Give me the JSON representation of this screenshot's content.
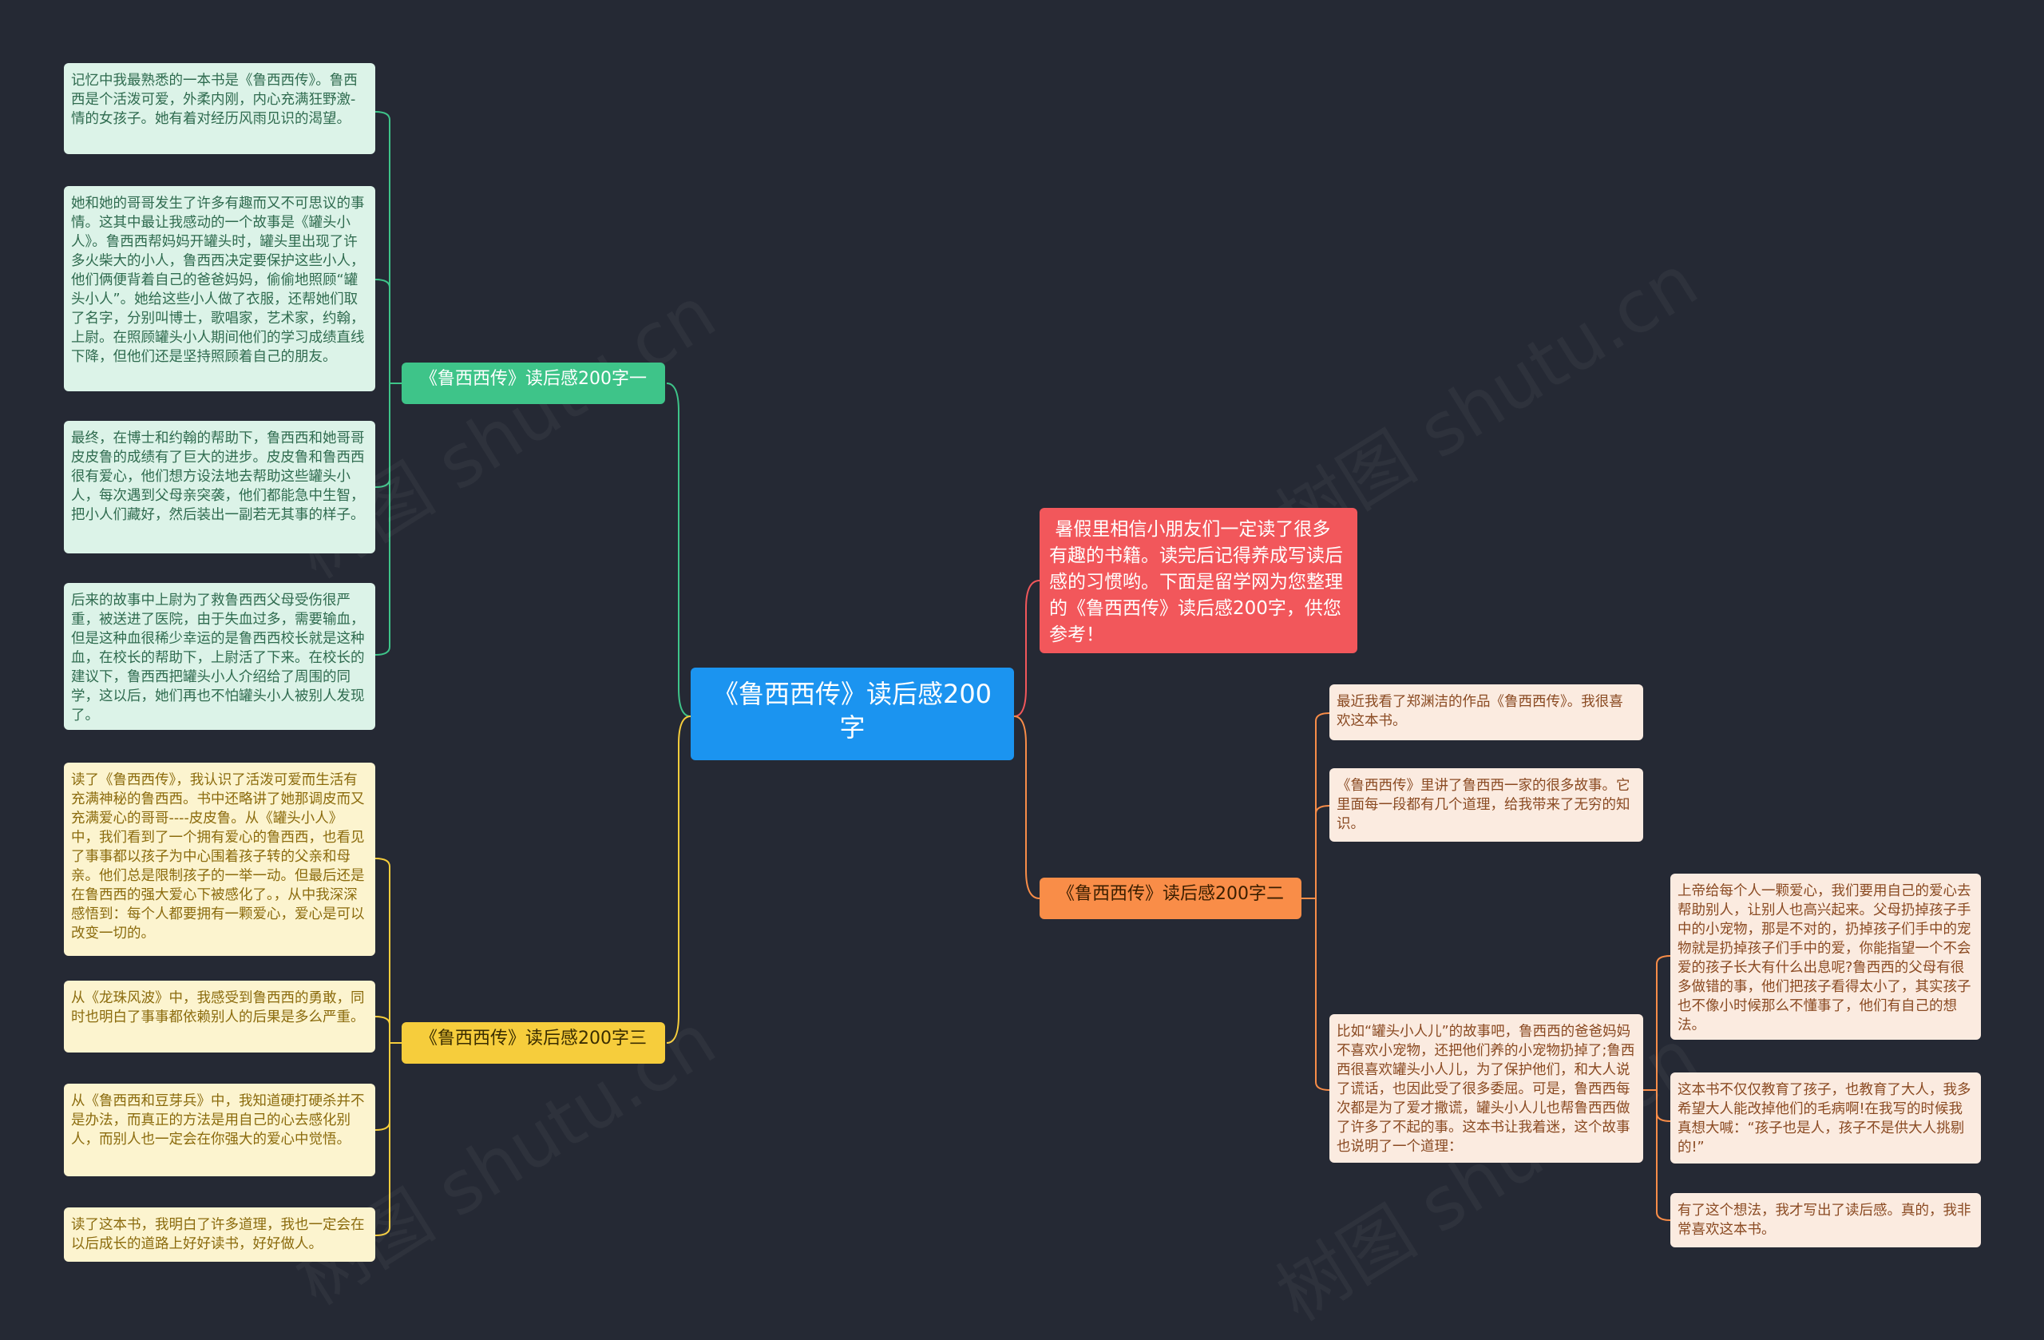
{
  "root": {
    "label": "《鲁西西传》读后感200\n字"
  },
  "intro": {
    "text": " 暑假里相信小朋友们一定读了很多有趣的书籍。读完后记得养成写读后感的习惯哟。下面是留学网为您整理的《鲁西西传》读后感200字，供您参考！"
  },
  "branches": [
    {
      "label": "《鲁西西传》读后感200字一",
      "color": "#3ec489",
      "leaves": [
        "记忆中我最熟悉的一本书是《鲁西西传》。鲁西西是个活泼可爱，外柔内刚，内心充满狂野激-情的女孩子。她有着对经历风雨见识的渴望。",
        "她和她的哥哥发生了许多有趣而又不可思议的事情。这其中最让我感动的一个故事是《罐头小人》。鲁西西帮妈妈开罐头时，罐头里出现了许多火柴大的小人，鲁西西决定要保护这些小人，他们俩便背着自己的爸爸妈妈，偷偷地照顾“罐头小人”。她给这些小人做了衣服，还帮她们取了名字，分别叫博士，歌唱家，艺术家，约翰，上尉。在照顾罐头小人期间他们的学习成绩直线下降，但他们还是坚持照顾着自己的朋友。",
        "最终，在博士和约翰的帮助下，鲁西西和她哥哥皮皮鲁的成绩有了巨大的进步。皮皮鲁和鲁西西很有爱心，他们想方设法地去帮助这些罐头小人，每次遇到父母亲突袭，他们都能急中生智，把小人们藏好，然后装出一副若无其事的样子。",
        "后来的故事中上尉为了救鲁西西父母受伤很严重，被送进了医院，由于失血过多，需要输血，但是这种血很稀少幸运的是鲁西西校长就是这种血，在校长的帮助下，上尉活了下来。在校长的建议下，鲁西西把罐头小人介绍给了周围的同学，这以后，她们再也不怕罐头小人被别人发现了。"
      ]
    },
    {
      "label": "《鲁西西传》读后感200字三",
      "color": "#f6cd3c",
      "leaves": [
        "读了《鲁西西传》，我认识了活泼可爱而生活有充满神秘的鲁西西。书中还略讲了她那调皮而又充满爱心的哥哥----皮皮鲁。从《罐头小人》中，我们看到了一个拥有爱心的鲁西西，也看见了事事都以孩子为中心围着孩子转的父亲和母亲。他们总是限制孩子的一举一动。但最后还是在鲁西西的强大爱心下被感化了。，从中我深深感悟到：每个人都要拥有一颗爱心，爱心是可以改变一切的。",
        "从《龙珠风波》中，我感受到鲁西西的勇敢，同时也明白了事事都依赖别人的后果是多么严重。",
        "从《鲁西西和豆芽兵》中，我知道硬打硬杀并不是办法，而真正的方法是用自己的心去感化别人，而别人也一定会在你强大的爱心中觉悟。",
        "读了这本书，我明白了许多道理，我也一定会在以后成长的道路上好好读书，好好做人。"
      ]
    },
    {
      "label": "《鲁西西传》读后感200字二",
      "color": "#f98d48",
      "leaves": [
        "最近我看了郑渊洁的作品《鲁西西传》。我很喜欢这本书。",
        "《鲁西西传》里讲了鲁西西一家的很多故事。它里面每一段都有几个道理，给我带来了无穷的知识。",
        "比如“罐头小人儿”的故事吧，鲁西西的爸爸妈妈不喜欢小宠物，还把他们养的小宠物扔掉了;鲁西西很喜欢罐头小人儿，为了保护他们，和大人说了谎话，也因此受了很多委屈。可是，鲁西西每次都是为了爱才撒谎，罐头小人儿也帮鲁西西做了许多了不起的事。这本书让我着迷，这个故事也说明了一个道理："
      ],
      "sub_leaves": [
        "上帝给每个人一颗爱心，我们要用自己的爱心去帮助别人，让别人也高兴起来。父母扔掉孩子手中的小宠物，那是不对的，扔掉孩子们手中的宠物就是扔掉孩子们手中的爱，你能指望一个不会爱的孩子长大有什么出息呢?鲁西西的父母有很多做错的事，他们把孩子看得太小了，其实孩子也不像小时候那么不懂事了，他们有自己的想法。",
        "这本书不仅仅教育了孩子，也教育了大人，我多希望大人能改掉他们的毛病啊!在我写的时候我真想大喊：“孩子也是人，孩子不是供大人挑剔的!”",
        "有了这个想法，我才写出了读后感。真的，我非常喜欢这本书。"
      ]
    }
  ],
  "colors": {
    "background": "#252934",
    "root": "#1b94f0",
    "intro": "#f2575b"
  }
}
